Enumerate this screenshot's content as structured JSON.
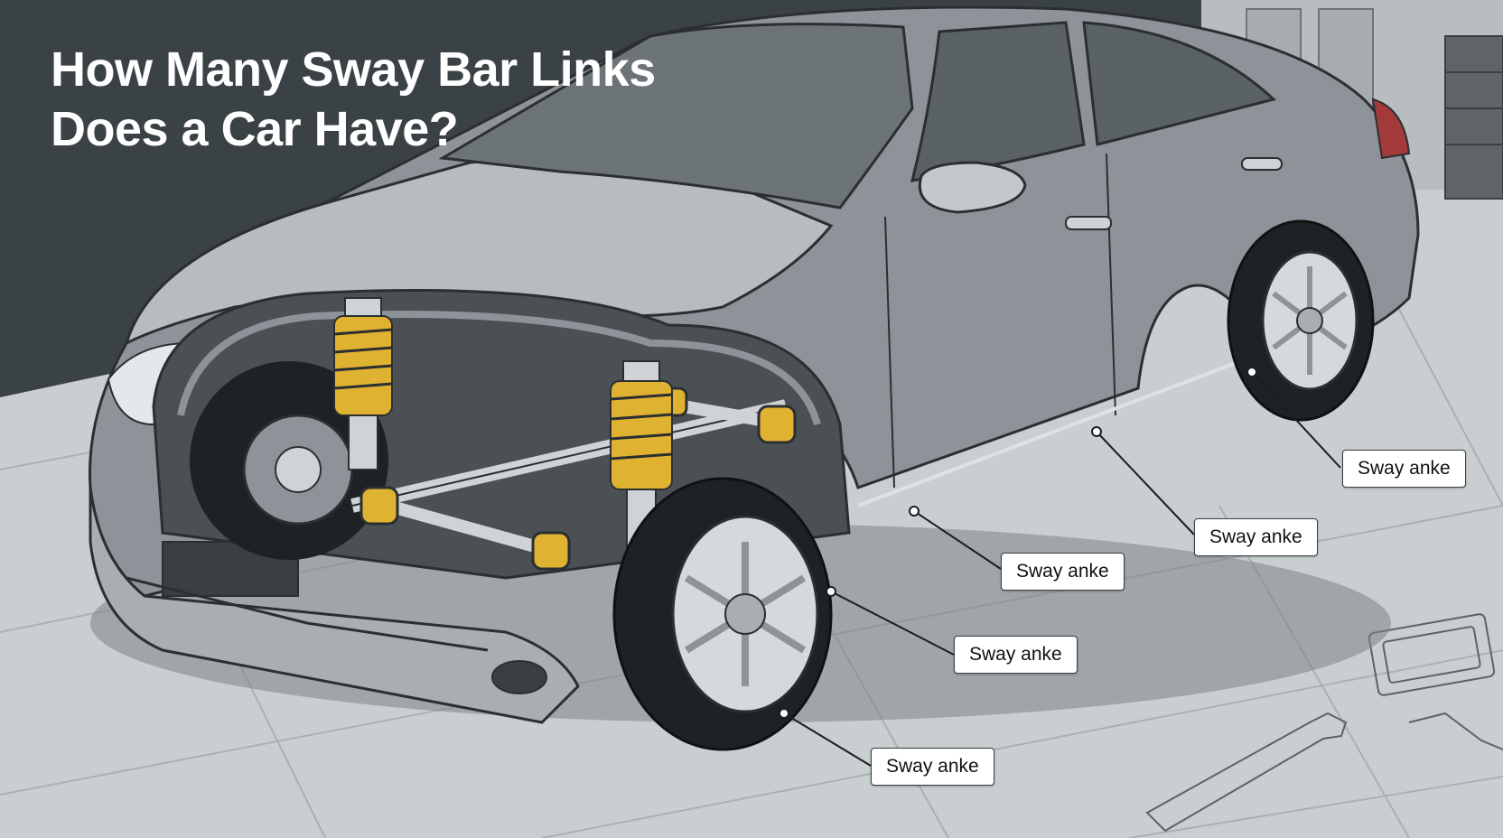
{
  "title": {
    "line1": "How Many Sway Bar Links",
    "line2": "Does a Car Have?"
  },
  "callouts": [
    {
      "label": "Sway anke"
    },
    {
      "label": "Sway anke"
    },
    {
      "label": "Sway anke"
    },
    {
      "label": "Sway anke"
    },
    {
      "label": "Sway anke"
    }
  ],
  "colors": {
    "background_wall": "#3b4246",
    "floor": "#c9ced1",
    "car_body": "#8d9398",
    "car_body_light": "#b7bcc0",
    "tire": "#1f2224",
    "rim": "#d6d9db",
    "coil_spring": "#e0b232",
    "title_text": "#ffffff",
    "callout_border": "#3b3f42"
  }
}
